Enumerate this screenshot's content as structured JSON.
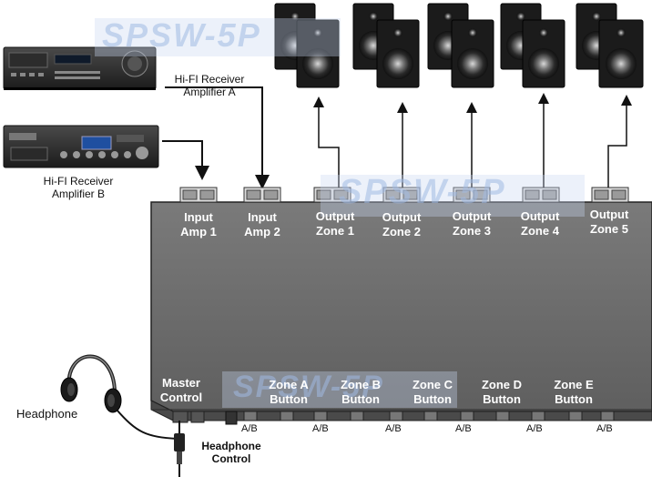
{
  "watermark": "SPSW-5P",
  "receiver_a": {
    "label_line1": "Hi-FI Receiver",
    "label_line2": "Amplifier A"
  },
  "receiver_b": {
    "label_line1": "Hi-FI Receiver",
    "label_line2": "Amplifier B"
  },
  "inputs": [
    {
      "line1": "Input",
      "line2": "Amp 1"
    },
    {
      "line1": "Input",
      "line2": "Amp 2"
    }
  ],
  "outputs": [
    {
      "line1": "Output",
      "line2": "Zone 1"
    },
    {
      "line1": "Output",
      "line2": "Zone 2"
    },
    {
      "line1": "Output",
      "line2": "Zone 3"
    },
    {
      "line1": "Output",
      "line2": "Zone 4"
    },
    {
      "line1": "Output",
      "line2": "Zone 5"
    }
  ],
  "front_controls": {
    "master": {
      "line1": "Master",
      "line2": "Control"
    },
    "zones": [
      {
        "line1": "Zone A",
        "line2": "Button"
      },
      {
        "line1": "Zone B",
        "line2": "Button"
      },
      {
        "line1": "Zone C",
        "line2": "Button"
      },
      {
        "line1": "Zone D",
        "line2": "Button"
      },
      {
        "line1": "Zone E",
        "line2": "Button"
      }
    ],
    "ab_label": "A/B"
  },
  "headphone": {
    "label": "Headphone"
  },
  "headphone_control": {
    "line1": "Headphone",
    "line2": "Control"
  },
  "colors": {
    "box": "#6e6e6e",
    "box_dark": "#3c3c3c",
    "cable": "#111111",
    "text_on_box": "#ffffff"
  }
}
